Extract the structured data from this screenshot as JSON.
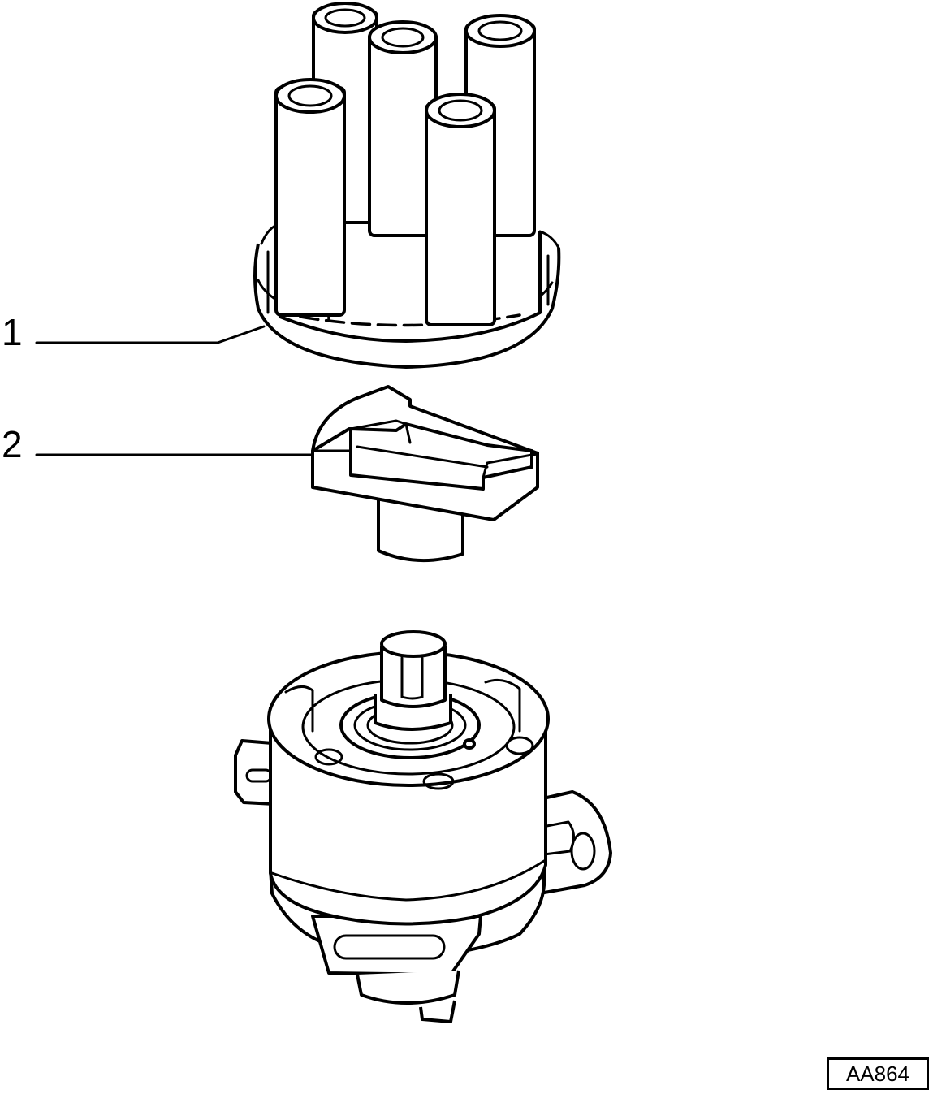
{
  "callouts": [
    {
      "number": "1",
      "part": "distributor-cap"
    },
    {
      "number": "2",
      "part": "rotor"
    }
  ],
  "reference_code": "AA864",
  "colors": {
    "line": "#000000",
    "background": "#ffffff"
  }
}
